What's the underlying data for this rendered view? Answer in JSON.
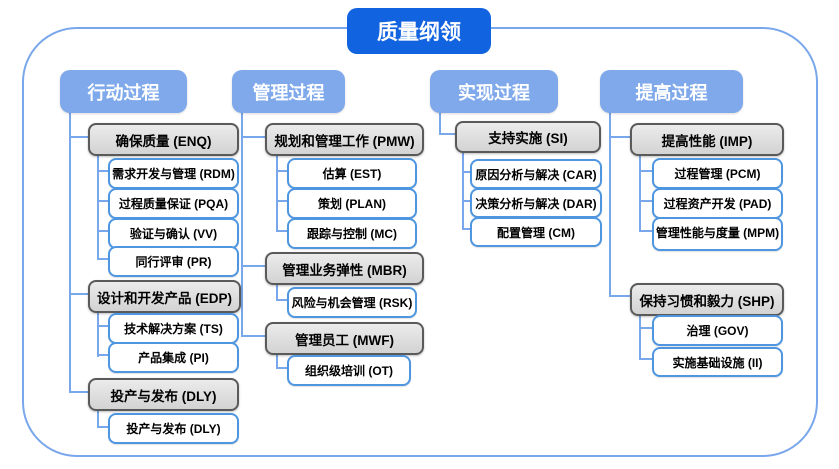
{
  "title": "质量纲领",
  "colors": {
    "title_bg": "#1263DF",
    "header_bg": "#7FA9EA",
    "connector": "#79A7EC",
    "gray_border": "#5A5A5A",
    "white_border": "#4E96E0"
  },
  "columns": [
    {
      "header": "行动过程",
      "groups": [
        {
          "label": "确保质量 (ENQ)",
          "children": [
            "需求开发与管理 (RDM)",
            "过程质量保证 (PQA)",
            "验证与确认 (VV)",
            "同行评审 (PR)"
          ]
        },
        {
          "label": "设计和开发产品 (EDP)",
          "children": [
            "技术解决方案 (TS)",
            "产品集成 (PI)"
          ]
        },
        {
          "label": "投产与发布 (DLY)",
          "children": [
            "投产与发布 (DLY)"
          ]
        }
      ]
    },
    {
      "header": "管理过程",
      "groups": [
        {
          "label": "规划和管理工作 (PMW)",
          "children": [
            "估算 (EST)",
            "策划 (PLAN)",
            "跟踪与控制 (MC)"
          ]
        },
        {
          "label": "管理业务弹性 (MBR)",
          "children": [
            "风险与机会管理 (RSK)"
          ]
        },
        {
          "label": "管理员工 (MWF)",
          "children": [
            "组织级培训 (OT)"
          ]
        }
      ]
    },
    {
      "header": "实现过程",
      "groups": [
        {
          "label": "支持实施 (SI)",
          "children": [
            "原因分析与解决 (CAR)",
            "决策分析与解决 (DAR)",
            "配置管理 (CM)"
          ]
        }
      ]
    },
    {
      "header": "提高过程",
      "groups": [
        {
          "label": "提高性能 (IMP)",
          "children": [
            "过程管理 (PCM)",
            "过程资产开发 (PAD)",
            "管理性能与度量 (MPM)"
          ]
        },
        {
          "label": "保持习惯和毅力 (SHP)",
          "children": [
            "治理 (GOV)",
            "实施基础设施 (II)"
          ]
        }
      ]
    }
  ]
}
